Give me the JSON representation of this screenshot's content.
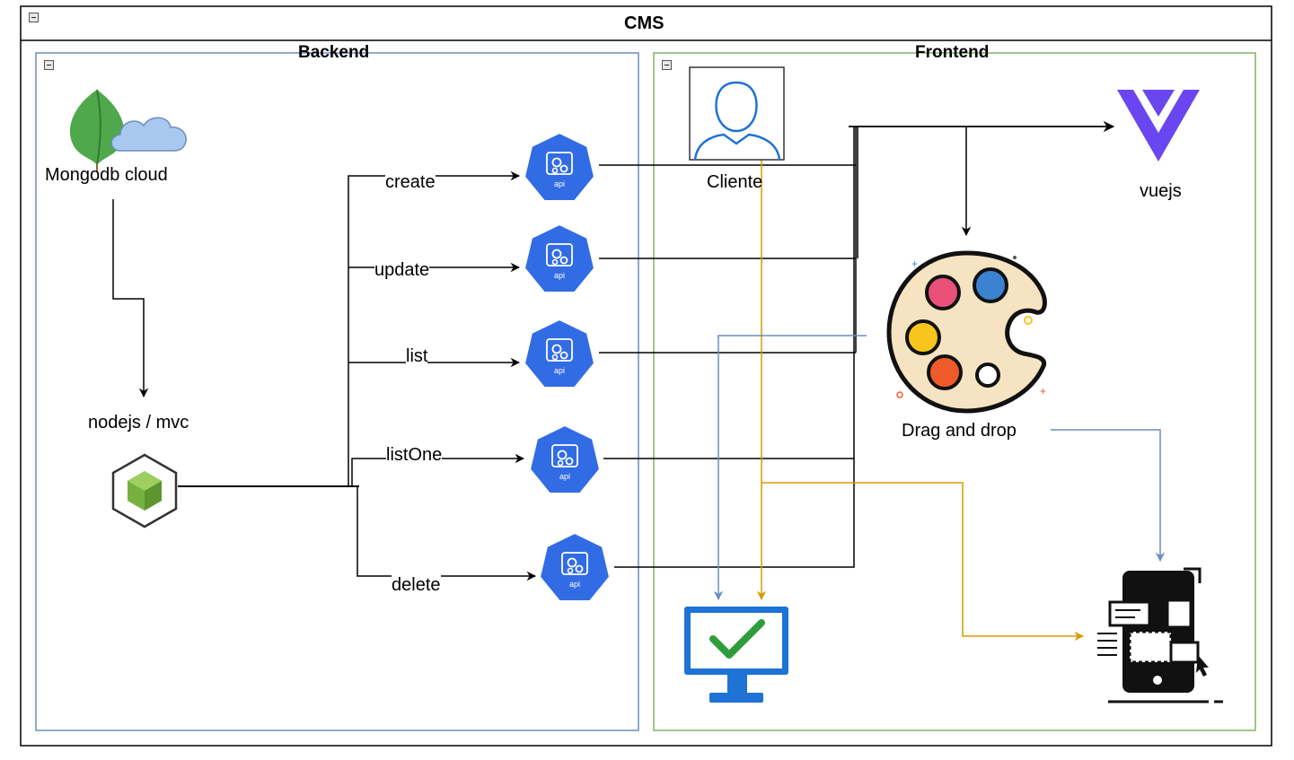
{
  "diagram": {
    "title": "CMS",
    "backend": {
      "title": "Backend",
      "database_label": "Mongodb cloud",
      "server_label": "nodejs / mvc",
      "operations": [
        "create",
        "update",
        "list",
        "listOne",
        "delete"
      ],
      "api_icon_text": "api"
    },
    "frontend": {
      "title": "Frontend",
      "client_label": "Cliente",
      "framework_label": "vuejs",
      "editor_label": "Drag and drop"
    },
    "colors": {
      "backend_border": "#6c8ebf",
      "frontend_border": "#82b366",
      "k8s_blue": "#326ce5",
      "client_flow": "#d79b00",
      "editor_flow": "#6c8ebf",
      "mongodb_green": "#4fa84c",
      "node_green": "#76b041",
      "vue_purple": "#6a46f0",
      "monitor_blue": "#1f72d6",
      "check_green": "#2f9e3a"
    }
  }
}
